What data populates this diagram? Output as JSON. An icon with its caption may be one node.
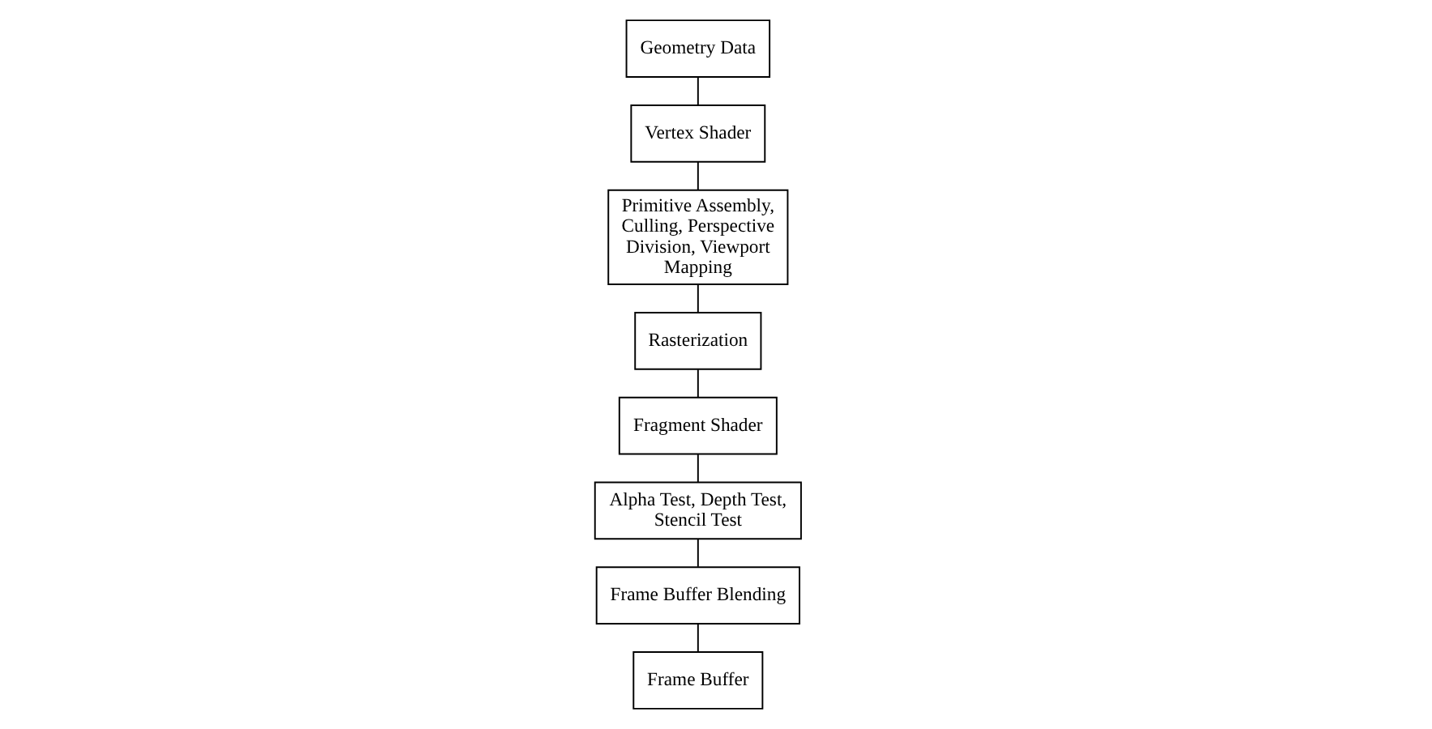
{
  "diagram": {
    "nodes": [
      {
        "text": [
          "Geometry Data"
        ]
      },
      {
        "text": [
          "Vertex Shader"
        ]
      },
      {
        "text": [
          "Primitive Assembly, Culling, Perspective Division, Viewport Mapping"
        ]
      },
      {
        "text": [
          "Rasterization"
        ]
      },
      {
        "text": [
          "Fragment Shader"
        ]
      },
      {
        "text": [
          "Alpha Test, Depth Test, Stencil Test"
        ]
      },
      {
        "text": [
          "Frame Buffer Blending"
        ]
      },
      {
        "text": [
          "Frame Buffer"
        ]
      }
    ],
    "edges": [
      {
        "from": 0,
        "to": 1,
        "arrow": "none"
      },
      {
        "from": 1,
        "to": 2,
        "arrow": "none"
      },
      {
        "from": 2,
        "to": 3,
        "arrow": "none"
      },
      {
        "from": 3,
        "to": 4,
        "arrow": "none"
      },
      {
        "from": 4,
        "to": 5,
        "arrow": "none"
      },
      {
        "from": 5,
        "to": 6,
        "arrow": "none"
      },
      {
        "from": 6,
        "to": 7,
        "arrow": "none"
      }
    ]
  }
}
